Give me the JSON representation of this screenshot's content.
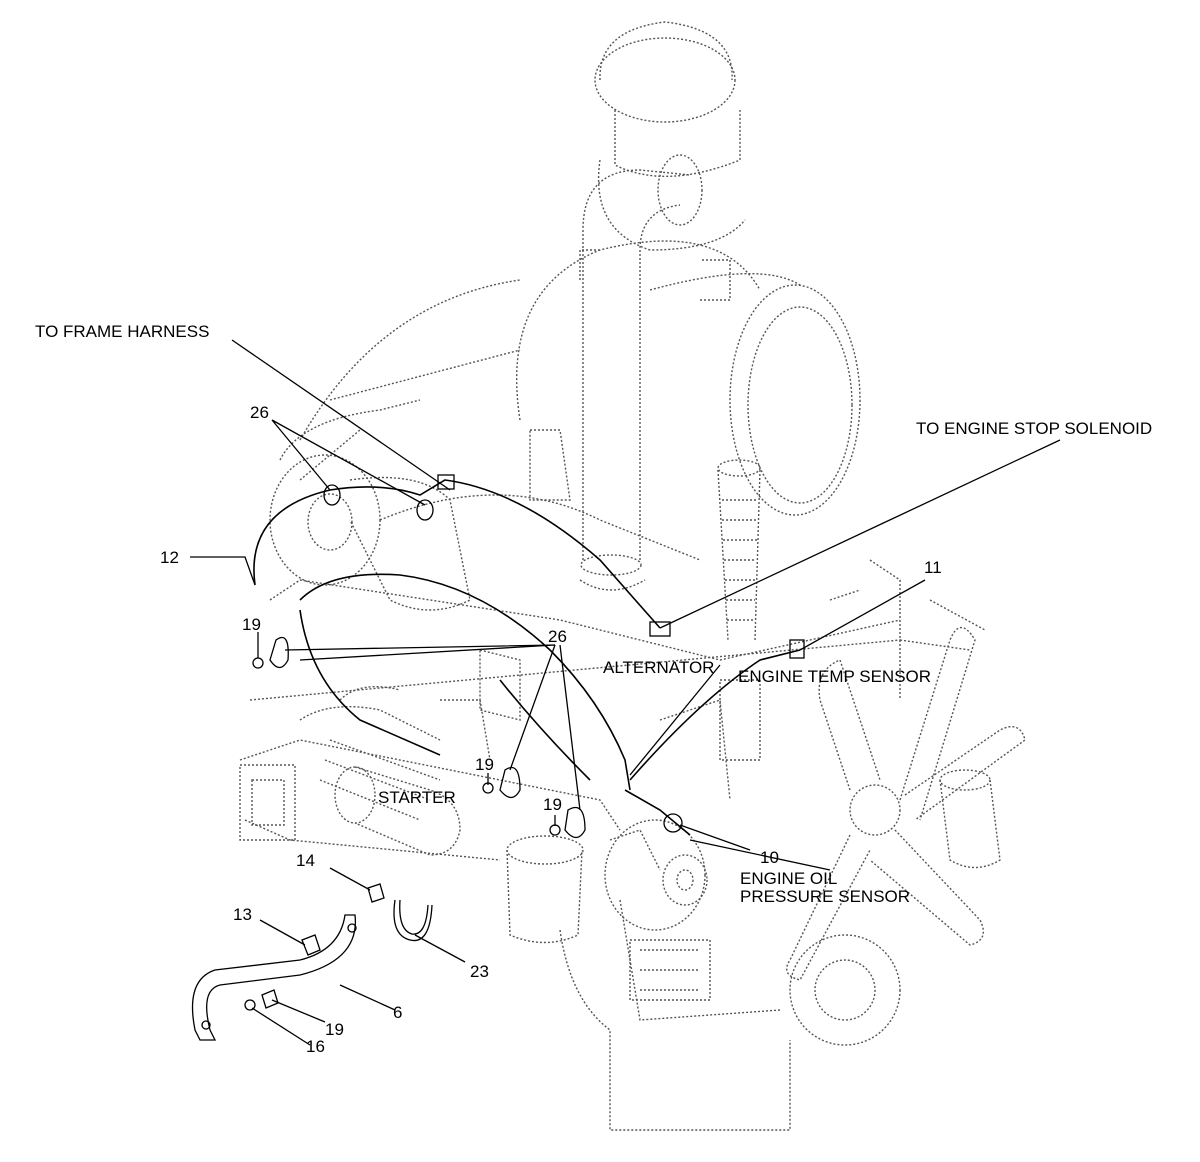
{
  "labels": {
    "frame_harness": "TO FRAME HARNESS",
    "stop_solenoid": "TO ENGINE STOP SOLENOID",
    "alternator": "ALTERNATOR",
    "engine_temp": "ENGINE TEMP SENSOR",
    "starter": "STARTER",
    "oil_pressure_1": "ENGINE OIL",
    "oil_pressure_2": "PRESSURE SENSOR"
  },
  "callouts": {
    "c26_top": "26",
    "c12": "12",
    "c11": "11",
    "c19_left": "19",
    "c26_mid": "26",
    "c19_mid1": "19",
    "c19_mid2": "19",
    "c10": "10",
    "c14": "14",
    "c13": "13",
    "c23": "23",
    "c6": "6",
    "c19_bottom": "19",
    "c16": "16"
  }
}
